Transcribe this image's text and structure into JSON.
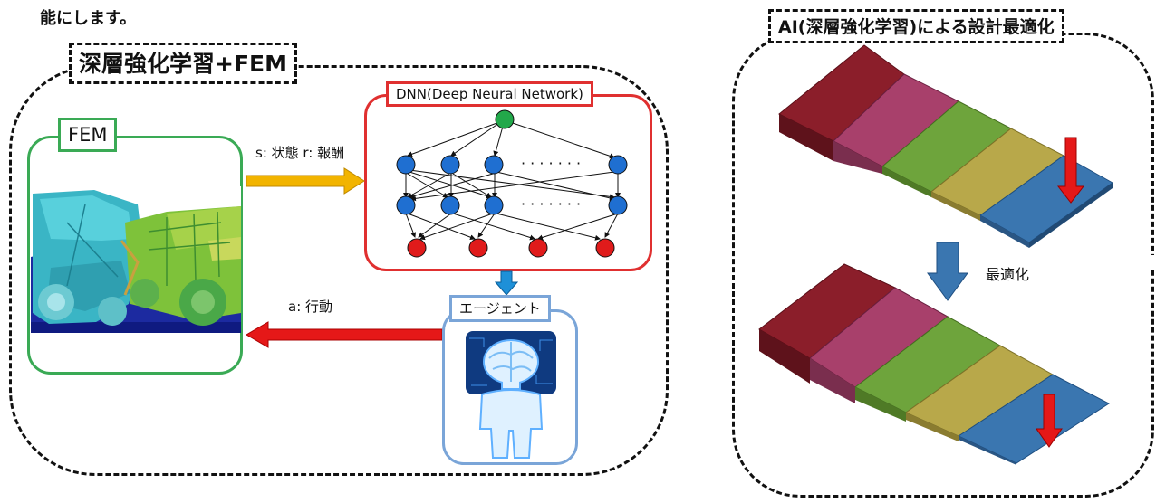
{
  "top_caption": "能にします。",
  "left_panel": {
    "title": "深層強化学習+FEM",
    "fem_label": "FEM",
    "dnn_label": "DNN(Deep Neural Network)",
    "agent_label": "エージェント",
    "state_reward_label": "s: 状態 r: 報酬",
    "action_label": "a: 行動",
    "dots": "· · · · · · ·"
  },
  "right_panel": {
    "title": "AI(深層強化学習)による設計最適化",
    "optimize_label": "最適化"
  },
  "colors": {
    "fem_border": "#3aaa55",
    "dnn_border": "#e03030",
    "agent_border": "#7aa5d8",
    "arrow_state": "#f2b400",
    "arrow_action": "#e51818",
    "arrow_down": "#1e90d8",
    "node_input": "#22a84a",
    "node_hidden": "#1f6fd1",
    "node_output": "#e01b1b",
    "segment_1": "#8b1e2a",
    "segment_2": "#a8406b",
    "segment_3": "#6ea43c",
    "segment_4": "#b8a84a",
    "segment_5": "#3a76b0"
  }
}
